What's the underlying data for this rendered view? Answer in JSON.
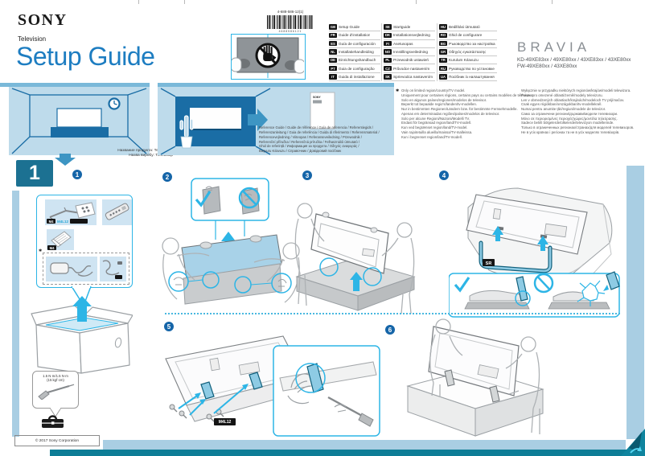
{
  "header": {
    "brand": "SONY",
    "product_type": "Television",
    "title": "Setup Guide",
    "part_number": "4-688-586-12(1)",
    "part_number_digits": "4688586121",
    "bravia": "BRAVIA",
    "models_line1": "KD-49XE83xx / 49XE80xx / 43XE83xx / 43XE80xx",
    "models_line2": "FW-49XE80xx / 43XE80xx"
  },
  "languages": {
    "col1": [
      {
        "code": "GB",
        "label": "Setup Guide"
      },
      {
        "code": "FR",
        "label": "Guide d'installation"
      },
      {
        "code": "ES",
        "label": "Guía de configuración"
      },
      {
        "code": "NL",
        "label": "Installatiehandleiding"
      },
      {
        "code": "DE",
        "label": "Einrichtungshandbuch"
      },
      {
        "code": "PT",
        "label": "Guia de configuração"
      },
      {
        "code": "IT",
        "label": "Guida di installazione"
      }
    ],
    "col2": [
      {
        "code": "SE",
        "label": "Startguide"
      },
      {
        "code": "DK",
        "label": "Installationsvejledning"
      },
      {
        "code": "FI",
        "label": "Asetusopas"
      },
      {
        "code": "NO",
        "label": "Innstillingsveiledning"
      },
      {
        "code": "PL",
        "label": "Przewodnik ustawień"
      },
      {
        "code": "CZ",
        "label": "Průvodce nastavením"
      },
      {
        "code": "SK",
        "label": "Sprievodca nastavením"
      }
    ],
    "col3": [
      {
        "code": "HU",
        "label": "Beállítási útmutató"
      },
      {
        "code": "RO",
        "label": "Ghid de configurare"
      },
      {
        "code": "BG",
        "label": "Ръководство за настройка"
      },
      {
        "code": "GR",
        "label": "Οδηγός εγκατάστασης"
      },
      {
        "code": "TR",
        "label": "Kurulum Kılavuzu"
      },
      {
        "code": "RU",
        "label": "Руководство по установке"
      },
      {
        "code": "UA",
        "label": "Посібник із налаштування"
      }
    ]
  },
  "reference_guide": {
    "booklet_brand": "SONY",
    "lines": [
      "Reference Guide / Guide de référence / Guía de referencia / Referentiegids /",
      "Referenzanleitung / Guia de referência / Guida di riferimento / Referensmaterial /",
      "Referencevejledning / Viiteopas / Referanseveiledning / Przewodnik /",
      "Referenční příručka / Referenčná príručka / Felhasználói útmutató /",
      "Ghid de referință / Информация за продукта / Οδηγός αναφοράς /",
      "Başvuru Kılavuzu / Справочник / Довідковий посібник"
    ]
  },
  "footnote": {
    "marker": "✱",
    "col1": [
      "Only on limited region/country/TV model.",
      "Uniquement pour certaines régions, certains pays ou certains modèles de téléviseur.",
      "Solo en algunos países/regiones/modelos de televisor.",
      "Beperkt tot bepaalde regio's/landen/tv-modellen.",
      "Nur in bestimmten Regionen/Ländern bzw. für bestimmte Fernsehmodelle.",
      "Apenas em determinadas regiões/países/modelos de televisor.",
      "Solo per alcune Regioni/Nazioni/Modelli TV.",
      "Endast för begränsad region/land/TV-modell.",
      "Kun ved begrænset region/land/TV-model.",
      "Vain rajoitetuilla alueilla/maissa/TV-malleissa.",
      "Kun i begrenset region/land/TV-modell."
    ],
    "col2": [
      "Wyłącznie w przypadku niektórych regionów/krajów/modeli telewizora.",
      "Pouze pro omezené oblasti/země/modely televizoru.",
      "Len v obmedzených oblastiach/krajinách/modeloch TV prijímačov.",
      "Csak egyes régiókban/országokban/tv-modelleknél.",
      "Numai pentru anumite țări/regiuni/modele de televizor.",
      "Само за ограничени региони/държави/модели телевизори.",
      "Μόνο σε περιορισμένες περιοχές/χώρες/μοντέλα τηλεόρασης.",
      "Sadece belirli bölgelerde/ülkelerde/televizyon modellerinde.",
      "Только в ограниченных регионах/странах/для моделей телевизоров.",
      "Не в усіх країнах і регіонах та не в усіх моделях телевізорів."
    ]
  },
  "product_name": {
    "line1": "Название продукта: Телевизор",
    "line2": "Назва виробу: Телевізор"
  },
  "steps": {
    "section_number": "1",
    "badges": [
      "1",
      "2",
      "3",
      "4",
      "5",
      "6"
    ]
  },
  "labels": {
    "m4": "M4",
    "m4l12": "M4L12",
    "sr": "SR",
    "asterisk": "✱",
    "torque_line1": "1.5 N·m/1.5 N·m",
    "torque_line2": "(15 kgf·cm)"
  },
  "footer": {
    "copyright": "© 2017 Sony Corporation"
  },
  "colors": {
    "accent_blue": "#1d7dc1",
    "teal_box": "#1c7192",
    "cyan": "#2db5e6",
    "light_blue_panel": "#bedbeb",
    "bar_blue": "#a9cee3",
    "footer_teal": "#0d7d96",
    "step_circle_blue": "#1565a8",
    "dark_blue_illustration": "#1a6da5"
  }
}
